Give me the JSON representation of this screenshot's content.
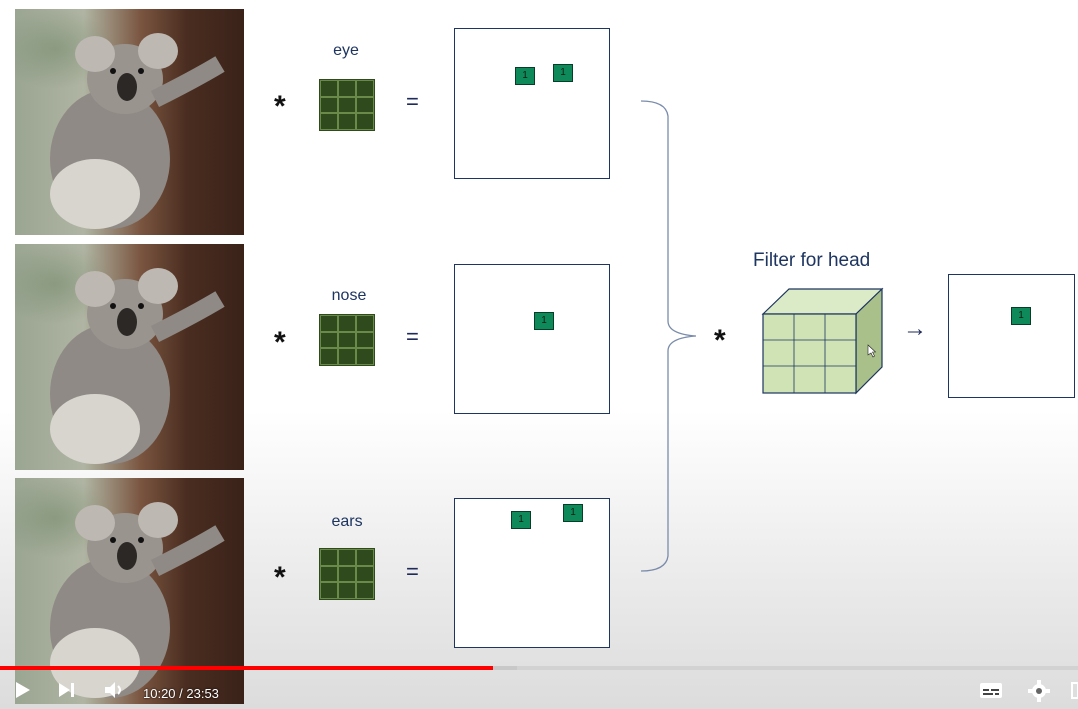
{
  "filters": {
    "eye": "eye",
    "nose": "nose",
    "ears": "ears",
    "head_title": "Filter for head"
  },
  "symbols": {
    "conv": "*",
    "equals": "=",
    "arrow": "→"
  },
  "activations": {
    "cell": "1"
  },
  "player": {
    "current_time": "10:20",
    "duration": "23:53",
    "time_display": "10:20 / 23:53",
    "played_fraction": 0.457,
    "buffered_fraction": 0.48,
    "progress_color": "#ff0000"
  },
  "colors": {
    "kernel": "#2f4a1c",
    "activation": "#0e8a5a",
    "cube": "#cfe3b4",
    "frame": "#1d3560"
  }
}
